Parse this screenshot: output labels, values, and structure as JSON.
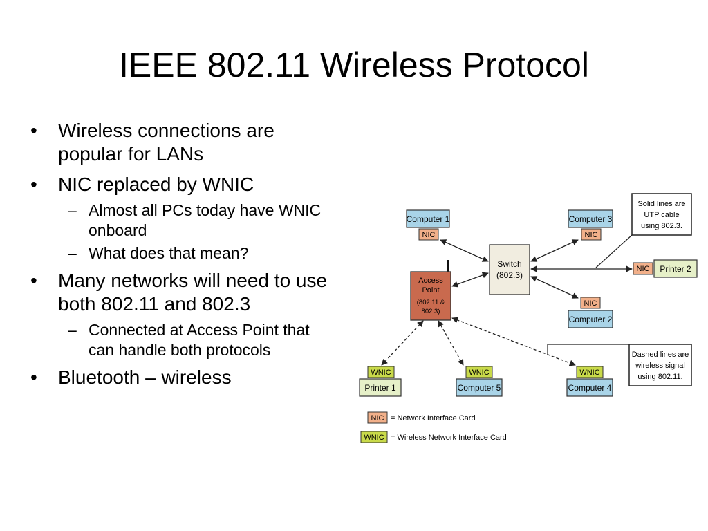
{
  "slide": {
    "title": "IEEE 802.11 Wireless Protocol",
    "bullets": [
      "Wireless connections are popular for LANs",
      "NIC replaced by WNIC",
      "Almost all PCs today have WNIC onboard",
      "What does that mean?",
      "Many networks will need to use both 802.11 and 802.3",
      "Connected at Access Point that can handle both protocols",
      "Bluetooth – wireless"
    ],
    "bullet_marker": "•",
    "sub_marker": "–"
  },
  "diagram": {
    "computer1": "Computer 1",
    "computer2": "Computer 2",
    "computer3": "Computer 3",
    "computer4": "Computer 4",
    "computer5": "Computer 5",
    "printer1": "Printer 1",
    "printer2": "Printer 2",
    "nic": "NIC",
    "wnic": "WNIC",
    "switch_name": "Switch",
    "switch_std": "(802.3)",
    "ap_line1": "Access",
    "ap_line2": "Point",
    "ap_line3": "(802.11 &",
    "ap_line4": "802.3)",
    "note_solid": [
      "Solid lines are",
      "UTP cable",
      "using 802.3."
    ],
    "note_dashed": [
      "Dashed lines are",
      "wireless signal",
      "using 802.11."
    ],
    "legend_nic": "= Network Interface Card",
    "legend_wnic": "= Wireless Network Interface Card",
    "colors": {
      "computer": "#a9d4e8",
      "nic": "#f2b08a",
      "wnic": "#c9da4a",
      "printer": "#e6f0c8",
      "switch": "#f1ede0",
      "access_point": "#c96a4e"
    }
  }
}
